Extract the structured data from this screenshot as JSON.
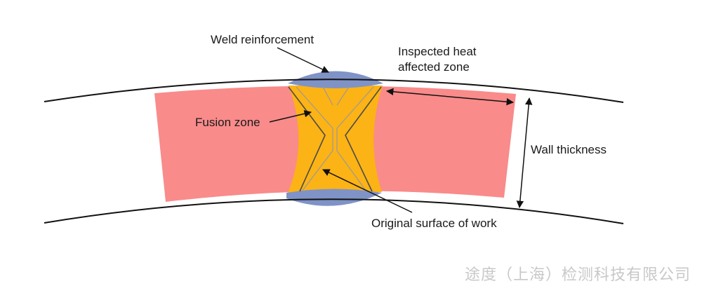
{
  "labels": {
    "weld_reinforcement": "Weld reinforcement",
    "inspected_line1": "Inspected heat",
    "inspected_line2": "affected zone",
    "fusion_zone": "Fusion zone",
    "wall_thickness": "Wall thickness",
    "original_surface": "Original surface of work"
  },
  "watermark": "途度（上海）检测科技有限公司",
  "colors": {
    "haz": "#f98b8b",
    "fusion": "#fcb315",
    "reinforcement": "#7f93c6",
    "line": "#111111",
    "bevel": "#555555",
    "grain": "#9a9a9a"
  }
}
